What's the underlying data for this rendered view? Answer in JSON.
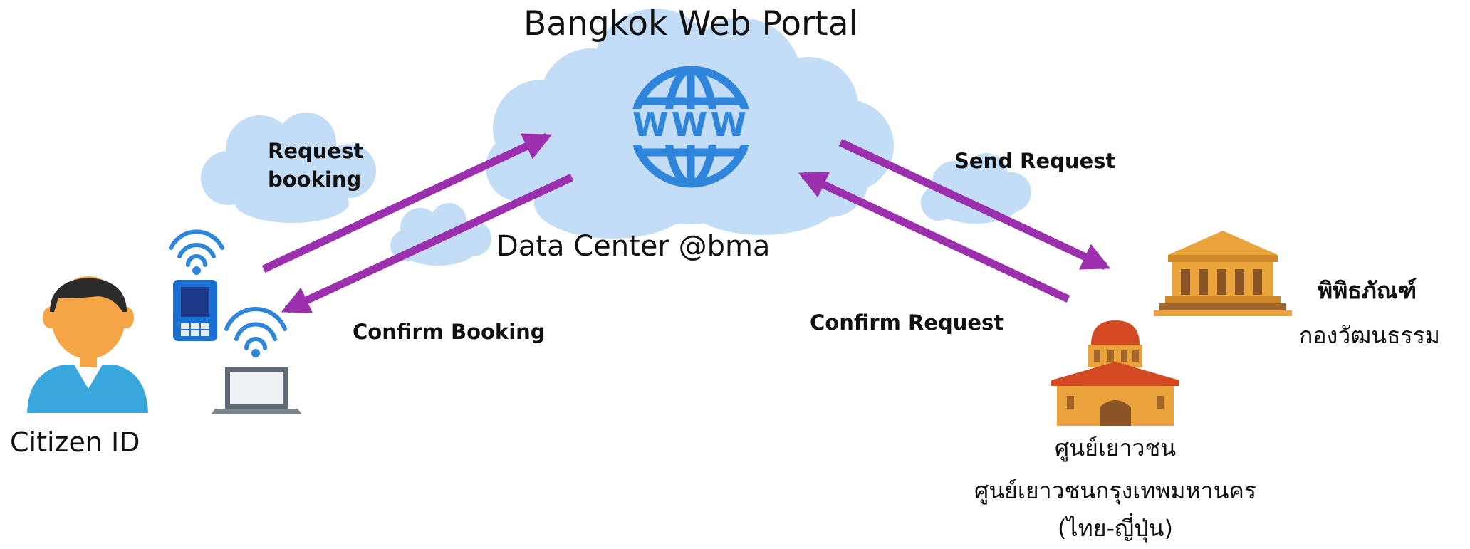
{
  "diagram": {
    "portal_title": "Bangkok Web Portal",
    "globe_text": "WWW",
    "data_center_label": "Data Center @bma",
    "citizen_label": "Citizen ID",
    "request_booking_line1": "Request",
    "request_booking_line2": "booking",
    "confirm_booking_label": "Confirm Booking",
    "send_request_label": "Send Request",
    "confirm_request_label": "Confirm Request",
    "museum_line1": "พิพิธภัณฑ์",
    "museum_line2": "กองวัฒนธรรม",
    "youth_center_line1": "ศูนย์เยาวชน",
    "youth_center_line2": "ศูนย์เยาวชนกรุงเทพมหานคร",
    "youth_center_line3": "(ไทย-ญี่ปุ่น)",
    "icons": [
      "cloud-icon",
      "globe-www-icon",
      "person-icon",
      "wifi-icon",
      "smartphone-icon",
      "laptop-icon",
      "museum-icon",
      "youth-center-building-icon",
      "arrow-icon"
    ],
    "colors": {
      "cloud": "#c3ddf6",
      "globe": "#2f85dc",
      "arrow": "#9b2fae",
      "building_gold": "#e9a33a",
      "building_brown": "#a0662c",
      "roof_red": "#d34a22",
      "person_shirt": "#3aa6de",
      "person_skin": "#f4a545",
      "device_blue": "#1a6fd0"
    }
  }
}
